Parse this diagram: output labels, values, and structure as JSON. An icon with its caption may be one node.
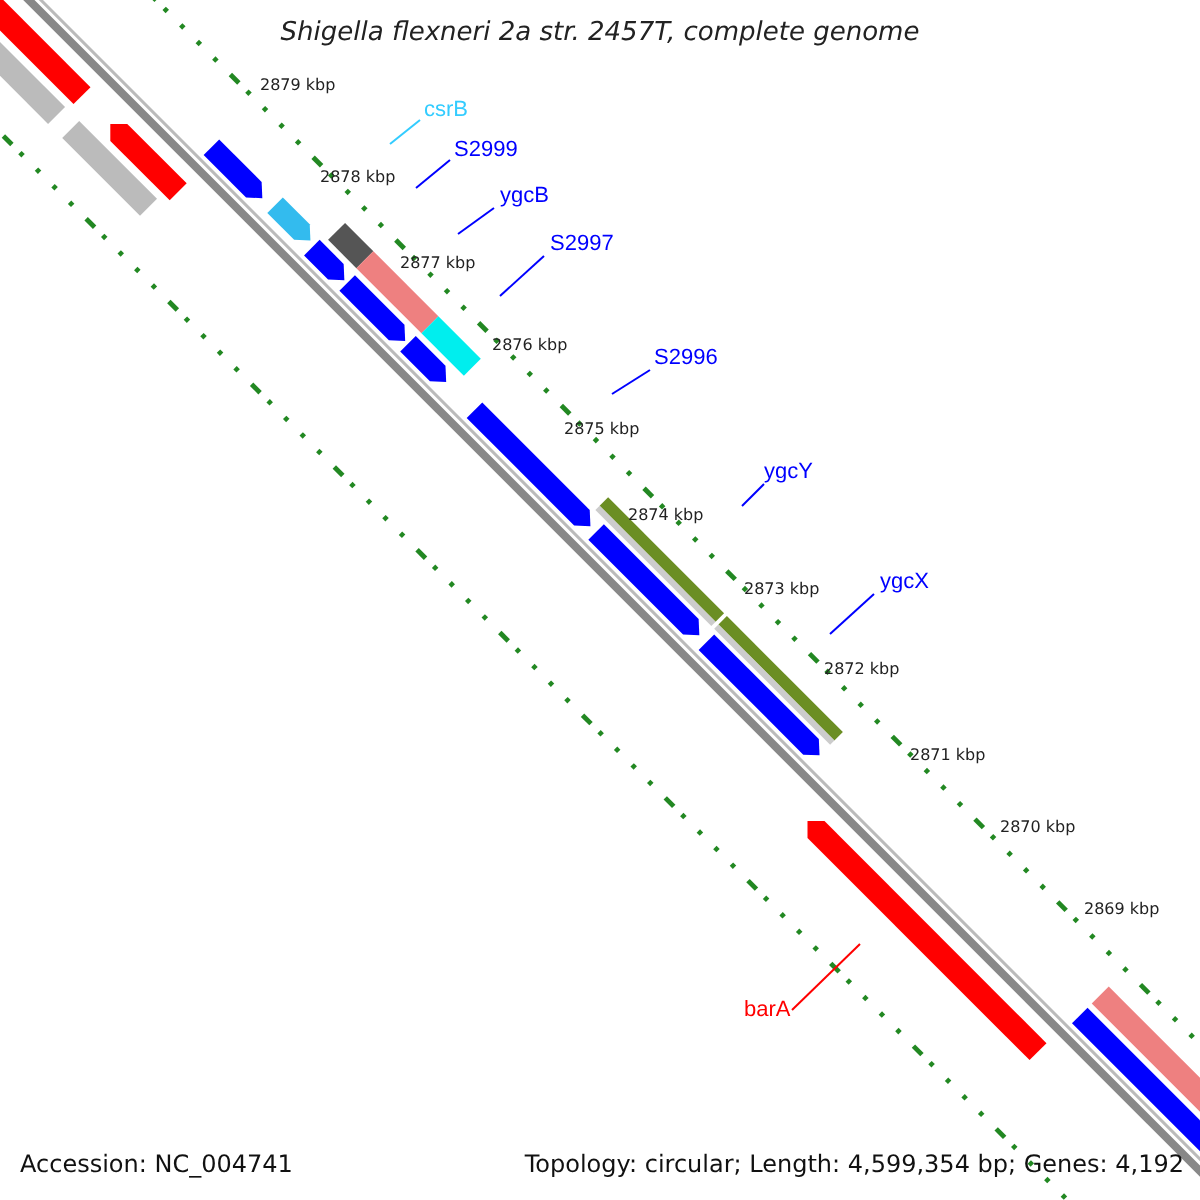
{
  "diagram": {
    "title": "Shigella flexneri 2a str. 2457T, complete genome",
    "nodes": [
      {
        "text": [
          "csrB"
        ]
      },
      {
        "text": [
          "S2999"
        ]
      },
      {
        "text": [
          "ygcB"
        ]
      },
      {
        "text": [
          "S2997"
        ]
      },
      {
        "text": [
          "S2996"
        ]
      },
      {
        "text": [
          "ygcY"
        ]
      },
      {
        "text": [
          "ygcX"
        ]
      },
      {
        "text": [
          "barA"
        ]
      }
    ],
    "edges": [
      {
        "from": 0,
        "to": null,
        "arrow": "none",
        "color": "#33ccff"
      },
      {
        "from": 1,
        "to": null,
        "arrow": "none"
      },
      {
        "from": 2,
        "to": null,
        "arrow": "none"
      },
      {
        "from": 3,
        "to": null,
        "arrow": "none"
      },
      {
        "from": 4,
        "to": null,
        "arrow": "none"
      },
      {
        "from": 5,
        "to": null,
        "arrow": "none"
      },
      {
        "from": 6,
        "to": null,
        "arrow": "none"
      },
      {
        "from": 7,
        "to": null,
        "arrow": "none",
        "color": "#ff0000"
      }
    ],
    "labels": [
      "2879 kbp",
      "2878 kbp",
      "2877 kbp",
      "2876 kbp",
      "2875 kbp",
      "2874 kbp",
      "2873 kbp",
      "2872 kbp",
      "2871 kbp",
      "2870 kbp",
      "2869 kbp",
      "Accession: NC_004741",
      "Topology: circular; Length: 4,599,354 bp; Genes: 4,192"
    ]
  }
}
